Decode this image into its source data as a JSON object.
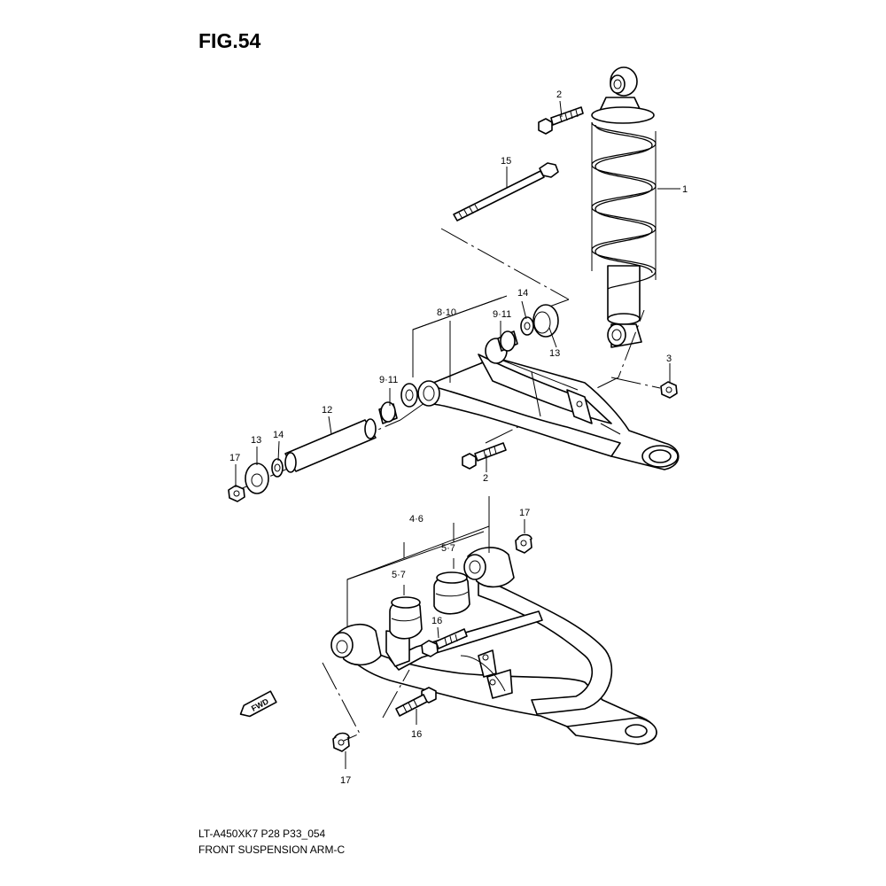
{
  "figure": {
    "title": "FIG.54",
    "model_code": "LT-A450XK7 P28 P33_054",
    "diagram_name": "FRONT SUSPENSION ARM-C"
  },
  "fwd_badge": {
    "text": "FWD"
  },
  "callouts": [
    {
      "id": "c2a",
      "text": "2"
    },
    {
      "id": "c15",
      "text": "15"
    },
    {
      "id": "c1",
      "text": "1"
    },
    {
      "id": "c14a",
      "text": "14"
    },
    {
      "id": "c810",
      "text": "8·10"
    },
    {
      "id": "c911a",
      "text": "9·11"
    },
    {
      "id": "c13a",
      "text": "13"
    },
    {
      "id": "c3",
      "text": "3"
    },
    {
      "id": "c911b",
      "text": "9·11"
    },
    {
      "id": "c12",
      "text": "12"
    },
    {
      "id": "c13b",
      "text": "13"
    },
    {
      "id": "c14b",
      "text": "14"
    },
    {
      "id": "c17a",
      "text": "17"
    },
    {
      "id": "c2b",
      "text": "2"
    },
    {
      "id": "c46",
      "text": "4·6"
    },
    {
      "id": "c17b",
      "text": "17"
    },
    {
      "id": "c57a",
      "text": "5·7"
    },
    {
      "id": "c57b",
      "text": "5·7"
    },
    {
      "id": "c16a",
      "text": "16"
    },
    {
      "id": "c16b",
      "text": "16"
    },
    {
      "id": "c17c",
      "text": "17"
    }
  ]
}
